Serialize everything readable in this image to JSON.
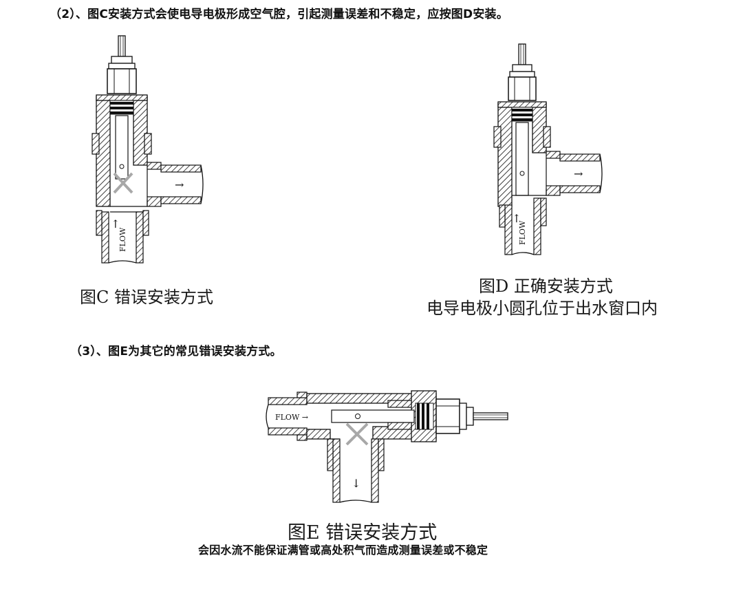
{
  "notes": {
    "note2": "（2）、图C安装方式会使电导电极形成空气腔，引起测量误差和不稳定，应按图D安装。",
    "note3": "（3）、图E为其它的常见错误安装方式。"
  },
  "figure_c": {
    "caption": "图C  错误安装方式",
    "flow_label": "FLOW",
    "arrow_up": "→",
    "arrow_out": "→"
  },
  "figure_d": {
    "caption_line1": "图D  正确安装方式",
    "caption_line2": "电导电极小圆孔位于出水窗口内",
    "flow_label": "FLOW",
    "arrow_up": "→",
    "arrow_out": "→"
  },
  "figure_e": {
    "caption": "图E  错误安装方式",
    "subcaption": "会因水流不能保证满管或高处积气而造成测量误差或不稳定",
    "flow_label": "FLOW →",
    "arrow_down": "↓"
  },
  "colors": {
    "line": "#111111",
    "cross": "#a8a8a8"
  }
}
